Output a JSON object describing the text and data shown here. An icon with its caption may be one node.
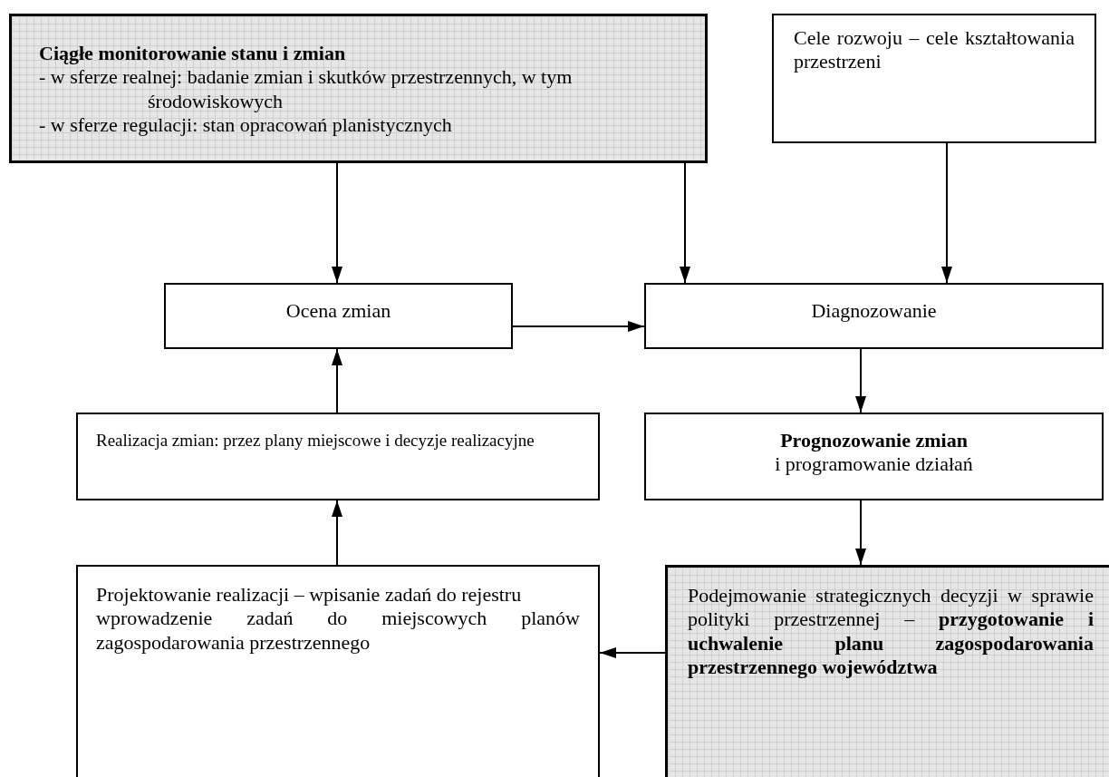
{
  "diagram": {
    "nodes": [
      {
        "text": [
          "Ciągłe monitorowanie stanu i zmian",
          "- w sferze realnej:  badanie zmian i skutków przestrzennych, w tym środowiskowych",
          "- w sferze regulacji: stan opracowań planistycznych"
        ]
      },
      {
        "text": [
          "Cele rozwoju – cele kształtowania przestrzeni"
        ]
      },
      {
        "text": [
          "Ocena zmian"
        ]
      },
      {
        "text": [
          "Diagnozowanie"
        ]
      },
      {
        "text": [
          "Realizacja zmian: przez plany miejscowe i decyzje realizacyjne"
        ]
      },
      {
        "text": [
          "Prognozowanie zmian",
          "i programowanie działań"
        ]
      },
      {
        "text": [
          "Projektowanie realizacji – wpisanie zadań do rejestru",
          "wprowadzenie zadań do miejscowych planów zagospodarowania przestrzennego"
        ]
      },
      {
        "text": [
          "Podejmowanie strategicznych decyzji w sprawie polityki przestrzennej – **przygotowanie i uchwalenie planu zagospodarowania przestrzennego województwa**"
        ]
      }
    ],
    "edges": [
      {
        "from": 0,
        "to": 2,
        "arrow": "to"
      },
      {
        "from": 0,
        "to": 3,
        "arrow": "to"
      },
      {
        "from": 1,
        "to": 3,
        "arrow": "to"
      },
      {
        "from": 2,
        "to": 3,
        "arrow": "to"
      },
      {
        "from": 3,
        "to": 5,
        "arrow": "to"
      },
      {
        "from": 5,
        "to": 7,
        "arrow": "to"
      },
      {
        "from": 7,
        "to": 6,
        "arrow": "to"
      },
      {
        "from": 6,
        "to": 4,
        "arrow": "to"
      },
      {
        "from": 4,
        "to": 2,
        "arrow": "to"
      }
    ]
  }
}
